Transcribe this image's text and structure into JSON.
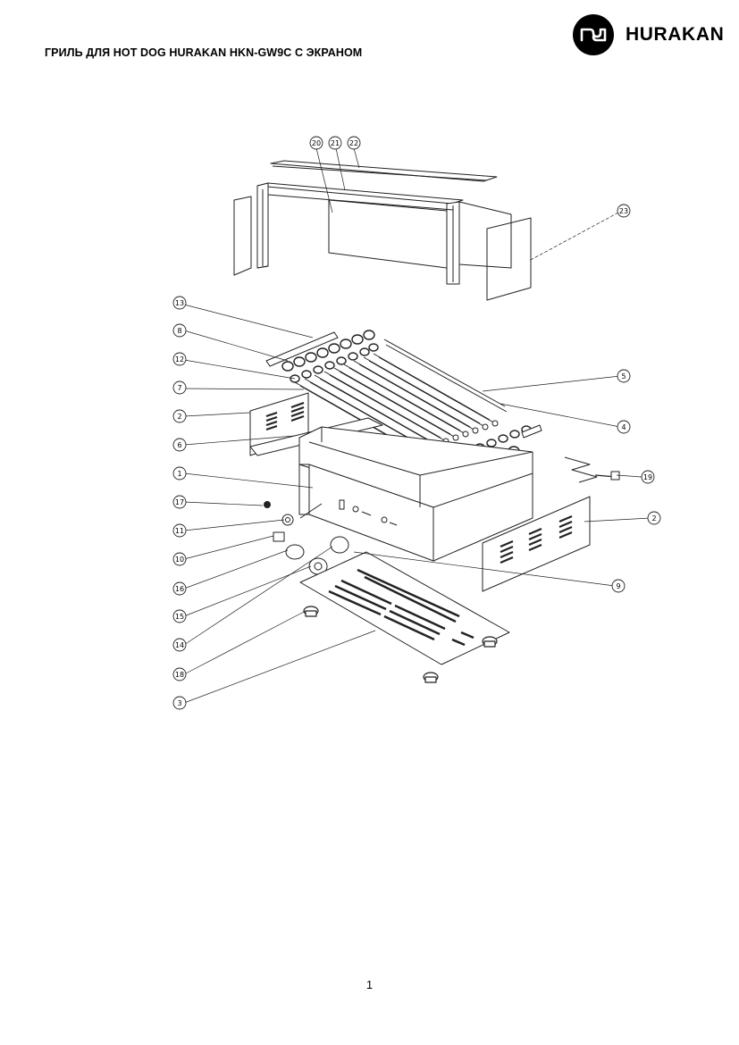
{
  "header": {
    "title": "ГРИЛЬ ДЛЯ HOT DOG HURAKAN HKN-GW9C С ЭКРАНОМ",
    "brand_name": "HURAKAN"
  },
  "diagram": {
    "callouts": [
      "20",
      "21",
      "22",
      "23",
      "13",
      "8",
      "12",
      "7",
      "2",
      "6",
      "1",
      "17",
      "11",
      "10",
      "16",
      "15",
      "14",
      "18",
      "3",
      "5",
      "4",
      "19",
      "2",
      "9"
    ]
  },
  "footer": {
    "page_number": "1"
  }
}
